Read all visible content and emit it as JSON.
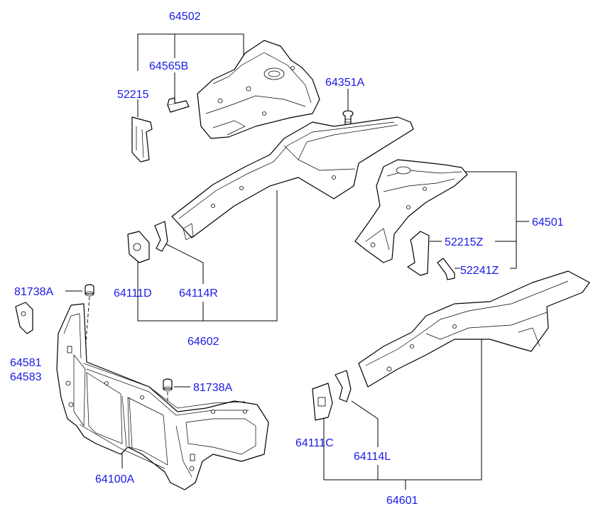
{
  "labels": {
    "p64502": "64502",
    "p64565B": "64565B",
    "p52215": "52215",
    "p64351A": "64351A",
    "p64501": "64501",
    "p52215Z": "52215Z",
    "p52241Z": "52241Z",
    "p81738A_left": "81738A",
    "p64111D": "64111D",
    "p64114R": "64114R",
    "p64602": "64602",
    "p64581": "64581",
    "p64583": "64583",
    "p81738A_right": "81738A",
    "p64100A": "64100A",
    "p64111C": "64111C",
    "p64114L": "64114L",
    "p64601": "64601"
  },
  "colors": {
    "label": "#1a1ae6",
    "line": "#000000",
    "background": "#ffffff"
  }
}
